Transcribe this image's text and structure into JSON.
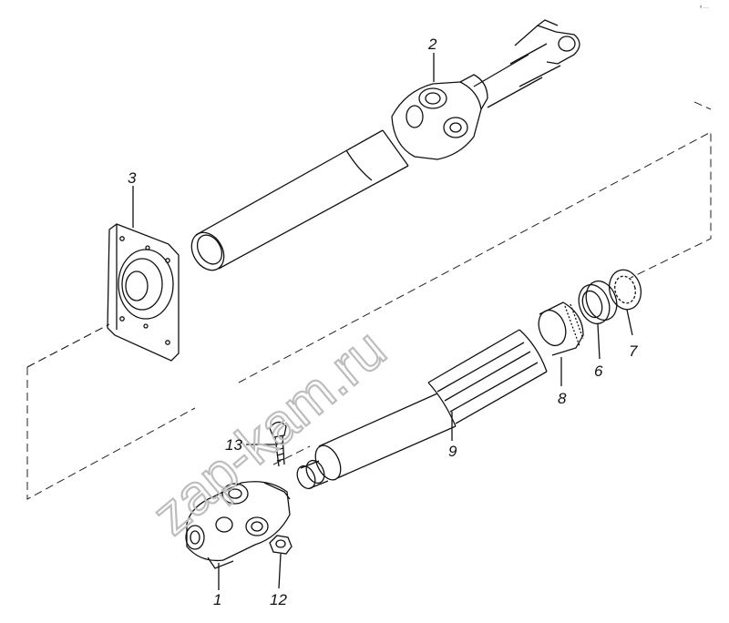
{
  "watermark": "zap-kam.ru",
  "corner_logo": "ᵅ ···",
  "callouts": [
    {
      "id": "part-1",
      "label": "1"
    },
    {
      "id": "part-2",
      "label": "2"
    },
    {
      "id": "part-3",
      "label": "3"
    },
    {
      "id": "part-6",
      "label": "6"
    },
    {
      "id": "part-7",
      "label": "7"
    },
    {
      "id": "part-8",
      "label": "8"
    },
    {
      "id": "part-9",
      "label": "9"
    },
    {
      "id": "part-12",
      "label": "12"
    },
    {
      "id": "part-13",
      "label": "13"
    }
  ]
}
